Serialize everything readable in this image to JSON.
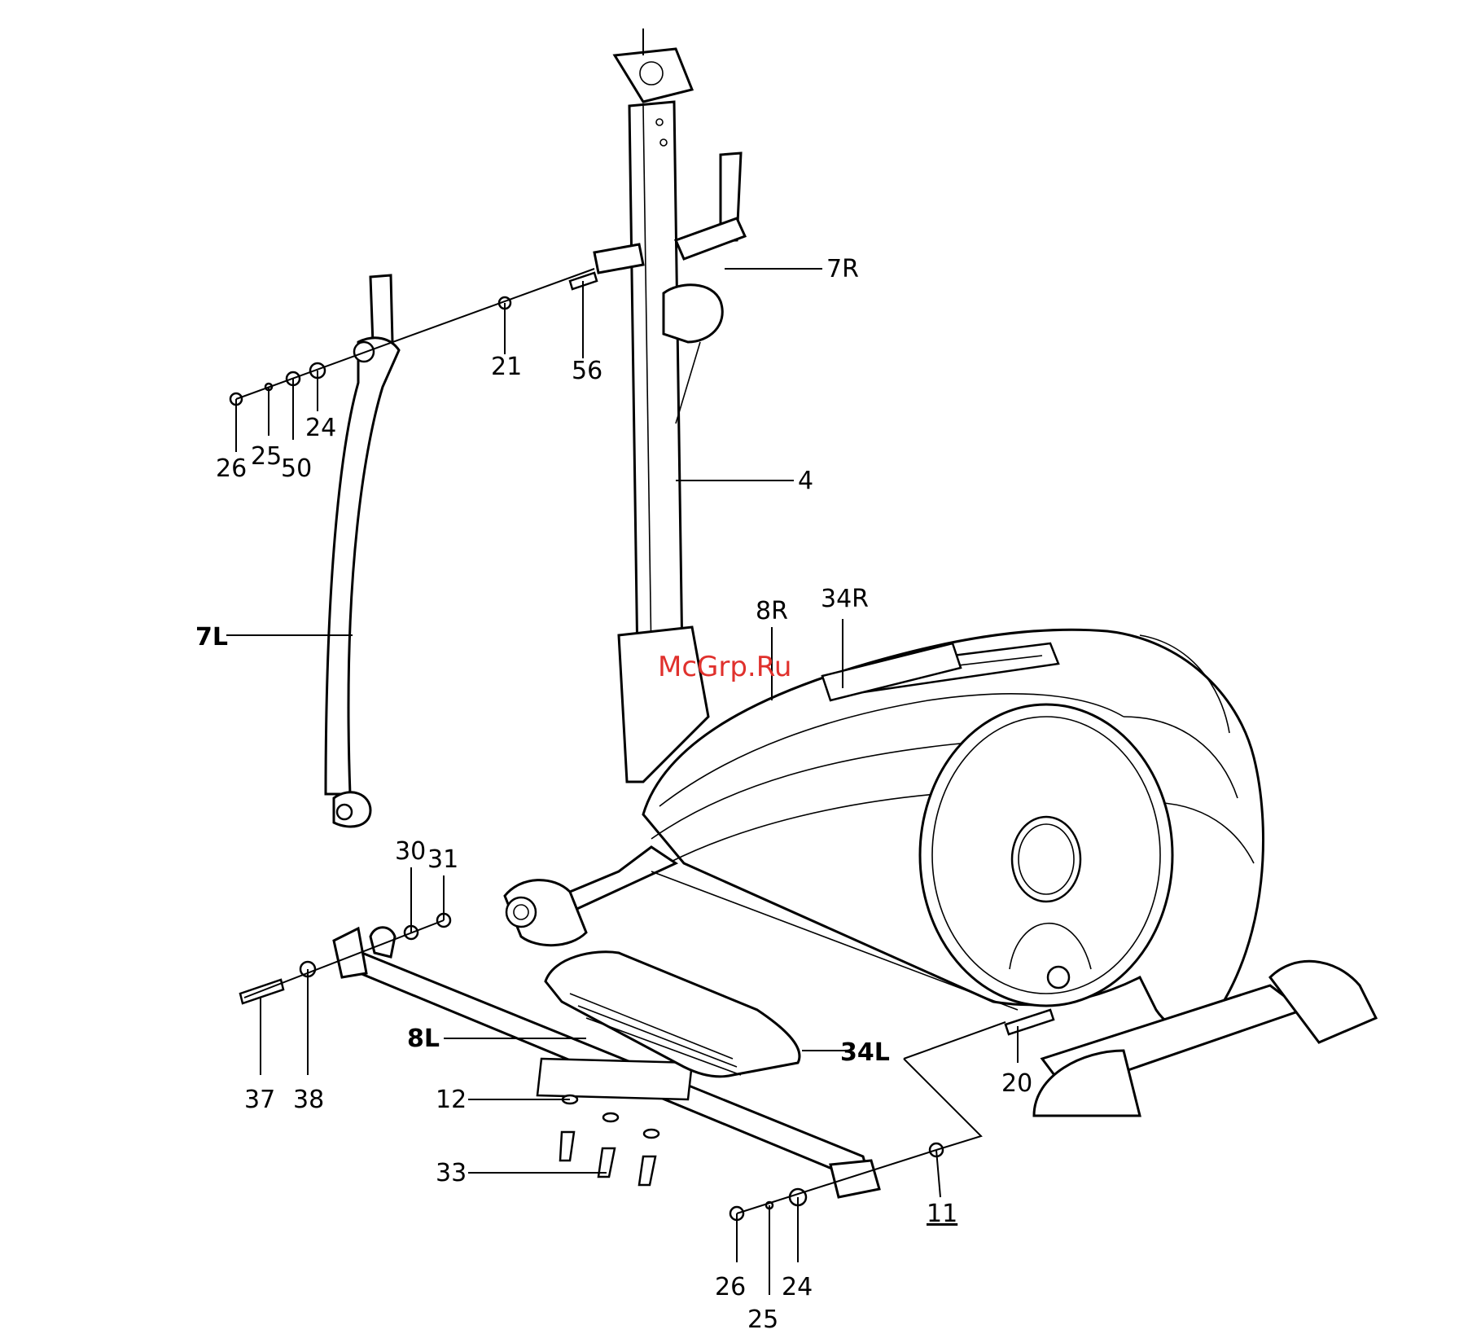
{
  "labels": {
    "l7R": "7R",
    "l21": "21",
    "l56": "56",
    "l24a": "24",
    "l26a": "26",
    "l25a": "25",
    "l50": "50",
    "l4": "4",
    "l7L": "7L",
    "l8R": "8R",
    "l34R": "34R",
    "l30": "30",
    "l31": "31",
    "l37": "37",
    "l38": "38",
    "l8L": "8L",
    "l34L": "34L",
    "l20": "20",
    "l12": "12",
    "l33": "33",
    "l11": "11",
    "l26b": "26",
    "l24b": "24",
    "l25b": "25"
  },
  "watermark": "McGrp.Ru"
}
